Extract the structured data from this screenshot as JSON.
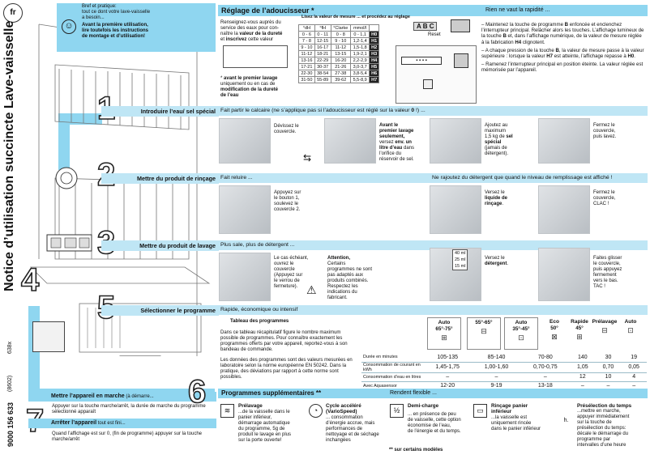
{
  "lang_badge": "fr",
  "side_title": "Notice d’utilisation succincte Lave-vaisselle",
  "side_code": "9000 156 633",
  "side_code2": "(8602)",
  "side_model": "638x",
  "intro": {
    "line1": "Bref et pratique:",
    "line2": "tout ce dont votre lave-vaisselle",
    "line3": "a besoin...",
    "bold1": "Avant la première utilisation,",
    "bold2": "lire toutefois les instructions",
    "bold3": "de montage et d’utilisation!"
  },
  "softener": {
    "title": "Réglage de l’adoucisseur *",
    "subtitle": "Rien ne vaut la rapidité ...",
    "left_l1": "Renseignez-vous auprès du",
    "left_l2": "service des eaux pour con-",
    "left_l3_a": "naître la ",
    "left_l3_b": "valeur de la dureté",
    "left_l4_a": "et ",
    "left_l4_b": "inscrivez",
    "left_l4_c": " cette valeur",
    "note_star": "* ",
    "note_l1": "avant le premier lavage",
    "note_l2": "uniquement ou en cas de",
    "note_l3": "modification de la dureté",
    "note_l4": "de l’eau",
    "read_label": "Lisez la valeur de mesure ... et procédez au réglage",
    "col_headers": [
      "°dH",
      "°fH",
      "°Clarke",
      "mmol/l"
    ],
    "rows": [
      [
        "0 - 6",
        "0 - 11",
        "0 - 8",
        "0 - 1,1",
        "H0"
      ],
      [
        "7 - 8",
        "12-15",
        "9 - 10",
        "1,2-1,4",
        "H1"
      ],
      [
        "9 - 10",
        "16-17",
        "11-12",
        "1,5-1,8",
        "H2"
      ],
      [
        "11-12",
        "18-21",
        "13-15",
        "1,9-2,1",
        "H3"
      ],
      [
        "13-16",
        "22-29",
        "16-20",
        "2,2-2,9",
        "H4"
      ],
      [
        "17-21",
        "30-37",
        "21-26",
        "3,0-3,7",
        "H5"
      ],
      [
        "22-30",
        "38-54",
        "27-38",
        "3,8-5,4",
        "H6"
      ],
      [
        "31-50",
        "55-89",
        "39-62",
        "5,5-8,9",
        "H7"
      ]
    ],
    "reset_label": "Reset",
    "keys": "A B C",
    "bullet1_a": "Maintenez la touche de programme ",
    "bullet1_b": "B",
    "bullet1_c": " enfoncée et enclenchez l’interrupteur principal. Relâcher alors les touches. L’affichage lumineux de la touche ",
    "bullet1_d": "B",
    "bullet1_e": " et, dans l’affichage numérique, de la valeur de mesure réglée à la fabrication ",
    "bullet1_f": "H4",
    "bullet1_g": " clignotent.",
    "bullet2_a": "A chaque pression de la touche ",
    "bullet2_b": "B",
    "bullet2_c": ", la valeur de mesure passe à la valeur supérieure : lorsque la valeur ",
    "bullet2_d": "H7",
    "bullet2_e": " est atteinte, l’affichage repasse à ",
    "bullet2_f": "H0",
    "bullet2_g": ".",
    "bullet3": "Ramenez l’interrupteur principal en position éteinte. La valeur réglée est mémorisée par l’appareil."
  },
  "step1": {
    "num": "1",
    "label": "Introduire l’eau/ sel spécial",
    "band_a": "Fait partir le calcaire (ne s’applique pas si l’adoucisseur est réglé sur la valeur ",
    "band_b": "0",
    "band_c": " !) ...",
    "t1_l1": "Dévissez le",
    "t1_l2": "couvercle.",
    "t2_b1": "Avant le",
    "t2_b2": "premier lavage",
    "t2_b3": "seulement,",
    "t2_l4_a": "versez ",
    "t2_l4_b": "env. un",
    "t2_b5": "litre d’eau",
    "t2_l6": " dans",
    "t2_l7": "l’orifice du",
    "t2_l8": "réservoir de sel.",
    "t3_l1": "Ajoutez au",
    "t3_l2": "maximum",
    "t3_l3": "1,5 kg de ",
    "t3_b4": "sel",
    "t3_b5": "spécial",
    "t3_l6": "(jamais de",
    "t3_l7": "détergent).",
    "t4_l1": "Fermez le",
    "t4_l2": "couvercle,",
    "t4_l3": "puis lavez."
  },
  "step2": {
    "num": "2",
    "label": "Mettre du produit de rinçage",
    "band_left": "Fait reluire ...",
    "band_right": "Ne rajoutez du détergent que quand le niveau de remplissage est affiché !",
    "t1_l1": "Appuyez sur",
    "t1_l2": "le bouton 1,",
    "t1_l3": "soulevez le",
    "t1_l4": "couvercle 2.",
    "t2_l1": "Versez le",
    "t2_b2": "liquide de",
    "t2_b3": "rinçage",
    "t2_l3": ".",
    "t3_l1": "Fermez le",
    "t3_l2": "couvercle,",
    "t3_l3": "CLAC !"
  },
  "step3": {
    "num": "3",
    "label": "Mettre du produit de lavage",
    "band": "Plus sale, plus de détergent ...",
    "t1_l1": "Le cas échéant,",
    "t1_l2": "ouvrez le",
    "t1_l3": "couvercle",
    "t1_l4": "(Appuyez sur",
    "t1_l5": "le verrou de",
    "t1_l6": "fermeture).",
    "attn": "Attention,",
    "attn_l2": "Certains",
    "attn_l3": "programmes ne sont",
    "attn_l4": "pas adaptés aux",
    "attn_l5": "produits combinés.",
    "attn_l6": "Respectez les",
    "attn_l7": "indications du",
    "attn_l8": "fabricant.",
    "marks": [
      "40 ml",
      "25 ml",
      "15 ml"
    ],
    "t2_l1": "Versez le",
    "t2_b2": "détergent",
    "t2_l2": ".",
    "t3_l1": "Faites glisser",
    "t3_l2": "le couvercle,",
    "t3_l3": "puis appuyez",
    "t3_l4": "fermement",
    "t3_l5": "vers le bas.",
    "t3_l6": "TAC !"
  },
  "step5": {
    "num": "5",
    "label": "Sélectionner le programme",
    "band": "Rapide, économique ou intensif",
    "tbl_title": "Tableau des programmes",
    "p1": "Dans ce tableau récapitulatif figure le nombre maximum possible de programmes. Pour connaître exactement les programmes offerts par votre appareil, reportez-vous à son bandeau de commande.",
    "p2": "Les données des programmes sont des valeurs mesurées en laboratoire selon la norme européenne EN 50242. Dans la pratique, des déviations par rapport à cette norme sont possibles.",
    "programs": [
      {
        "name": "Auto",
        "temp": "65°-75°",
        "icon": "⊞"
      },
      {
        "name": "",
        "temp": "55°-65°",
        "icon": "⊟"
      },
      {
        "name": "Auto",
        "temp": "35°-45°",
        "icon": "⊡"
      },
      {
        "name": "Eco",
        "temp": "50°",
        "icon": "⊠"
      },
      {
        "name": "Rapide",
        "temp": "45°",
        "icon": "⊞"
      },
      {
        "name": "Prélavage",
        "temp": "",
        "icon": "⊟"
      },
      {
        "name": "Auto",
        "temp": "",
        "icon": "⊡"
      }
    ],
    "rows": [
      {
        "label": "Durée en minutes",
        "vals": [
          "105-135",
          "85-140",
          "70-80",
          "140",
          "30",
          "19"
        ]
      },
      {
        "label": "Consommation de courant en kWh",
        "vals": [
          "1,45-1,75",
          "1,00-1,60",
          "0,70-0,75",
          "1,05",
          "0,70",
          "0,05"
        ]
      },
      {
        "label": "Consommation d’eau en litres",
        "vals": [
          "–",
          "–",
          "–",
          "12",
          "10",
          "4"
        ]
      },
      {
        "label": "Avec Aquasensor",
        "vals": [
          "12-20",
          "9-19",
          "13-18",
          "–",
          "–",
          "–"
        ]
      }
    ]
  },
  "step4": {
    "num": "4",
    "label_a": "Mettre l’appareil en marche",
    "label_b": " (à démarre...",
    "text": "Appuyer sur la touche marche/arrêt, la durée de marche du programme sélectionné apparaît"
  },
  "step7": {
    "num": "7",
    "label_a": "Arrêter l’appareil",
    "label_b": " tout est fini...",
    "text": "Quand l’affichage est sur 0, (fin de programme) appuyer sur la touche marche/arrêt"
  },
  "step6": {
    "num": "6",
    "title": "Programmes supplémentaires **",
    "subtitle": "Rendent flexible ...",
    "footnote": "** sur certains modèles",
    "items": [
      {
        "title": "Prélavage",
        "icon": "≋",
        "text": [
          "...de la vaisselle dans le",
          "panier inférieur,",
          "démarrage automatique",
          "du programme, 5g de",
          "produit le lavage en plus",
          "sur la porte ouverte!"
        ]
      },
      {
        "title": "Cycle accéléré",
        "title2": "(VarioSpeed)",
        "icon": "◔",
        "text": [
          "... consommation",
          "d’énergie accrue, mais",
          "performances de",
          "nettoyage et de séchage",
          "inchangées"
        ]
      },
      {
        "title": "Demi-charge",
        "icon": "½",
        "text": [
          "... en présence de peu",
          "de vaisselle, cette option",
          "économise de l’eau,",
          "de l’énergie et du temps."
        ]
      },
      {
        "title": "Rinçage panier",
        "title2": "inférieur",
        "icon": "▭",
        "text": [
          "...la vaisselle est",
          "uniquement rincée",
          "dans le panier inférieur"
        ]
      },
      {
        "title": "Présélection du temps",
        "icon": "h.",
        "text": [
          "...mettre en marche,",
          "appuyer immédiatement",
          "sur la touche de",
          "présélection du temps:",
          "décale le démarrage du",
          "programme par",
          "intervalles d’une heure"
        ]
      }
    ]
  }
}
